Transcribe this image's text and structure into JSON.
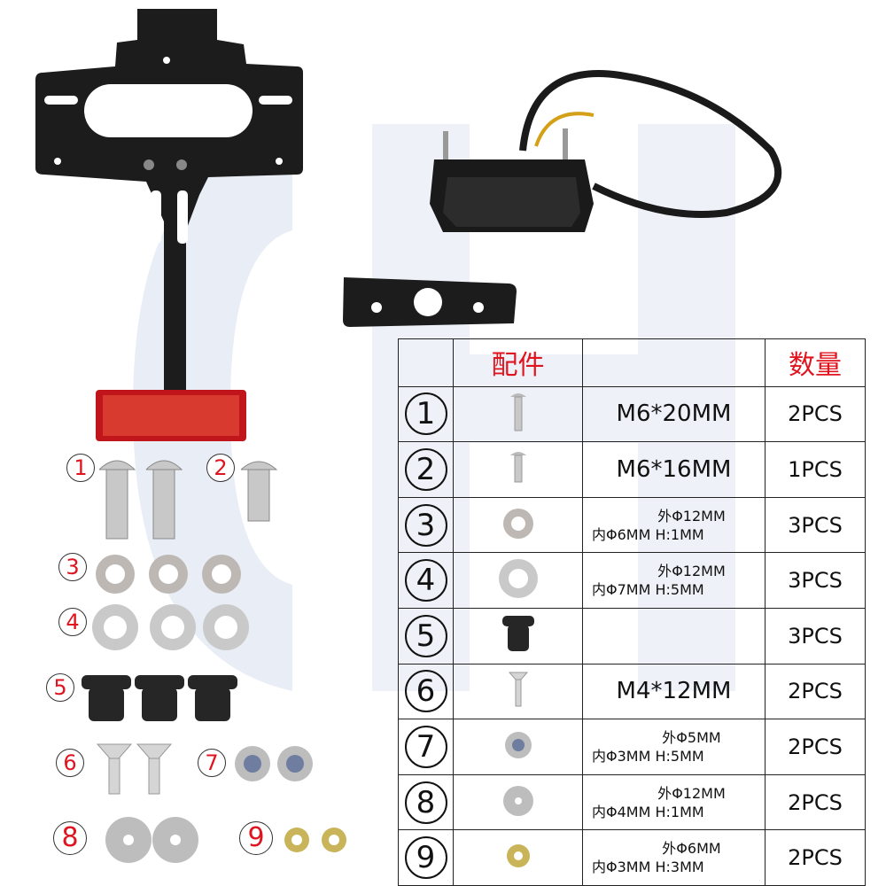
{
  "table": {
    "header_parts": "配件",
    "header_qty": "数量",
    "rows": [
      {
        "num": "1",
        "spec_main": "M6*20MM",
        "spec_line1": "",
        "spec_line2": "",
        "qty": "2PCS"
      },
      {
        "num": "2",
        "spec_main": "M6*16MM",
        "spec_line1": "",
        "spec_line2": "",
        "qty": "1PCS"
      },
      {
        "num": "3",
        "spec_main": "",
        "spec_line1": "外Φ12MM",
        "spec_line2": "内Φ6MM H:1MM",
        "qty": "3PCS"
      },
      {
        "num": "4",
        "spec_main": "",
        "spec_line1": "外Φ12MM",
        "spec_line2": "内Φ7MM H:5MM",
        "qty": "3PCS"
      },
      {
        "num": "5",
        "spec_main": "",
        "spec_line1": "",
        "spec_line2": "",
        "qty": "3PCS"
      },
      {
        "num": "6",
        "spec_main": "M4*12MM",
        "spec_line1": "",
        "spec_line2": "",
        "qty": "2PCS"
      },
      {
        "num": "7",
        "spec_main": "",
        "spec_line1": "外Φ5MM",
        "spec_line2": "内Φ3MM H:5MM",
        "qty": "2PCS"
      },
      {
        "num": "8",
        "spec_main": "",
        "spec_line1": "外Φ12MM",
        "spec_line2": "内Φ4MM H:1MM",
        "qty": "2PCS"
      },
      {
        "num": "9",
        "spec_main": "",
        "spec_line1": "外Φ6MM",
        "spec_line2": "内Φ3MM H:3MM",
        "qty": "2PCS"
      }
    ]
  },
  "labels": [
    "1",
    "2",
    "3",
    "4",
    "5",
    "6",
    "7",
    "8",
    "9"
  ],
  "colors": {
    "accent_red": "#e0141e",
    "bracket": "#1c1c1c",
    "reflector": "#c0151a",
    "steel": "#c8c8c8"
  }
}
